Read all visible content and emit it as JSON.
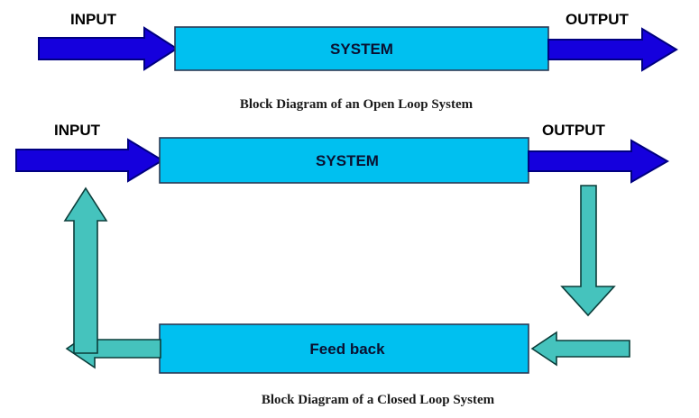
{
  "figure": {
    "title_text": "",
    "background": "#ffffff"
  },
  "colors": {
    "box_fill": "#00c0f0",
    "box_stroke": "#2b3a55",
    "blue_arrow_fill": "#1500dd",
    "blue_arrow_stroke": "#000080",
    "teal_arrow_fill": "#45c3bd",
    "teal_arrow_stroke": "#0b3d3a",
    "label_color": "#000000",
    "box_label_color": "#0a1030",
    "caption_color": "#1a1a1a"
  },
  "open_loop": {
    "caption": "Block Diagram of an Open Loop System",
    "input_label": "INPUT",
    "output_label": "OUTPUT",
    "system_block_label": "SYSTEM"
  },
  "closed_loop": {
    "caption": "Block Diagram of a Closed Loop System",
    "input_label": "INPUT",
    "output_label": "OUTPUT",
    "system_block_label": "SYSTEM",
    "feedback_block_label": "Feed back"
  },
  "icons": {
    "input_arrow": "arrow-right-icon",
    "output_arrow": "arrow-right-icon",
    "feedback_down_arrow": "arrow-down-icon",
    "feedback_left_arrow": "arrow-left-icon",
    "feedback_up_arrow": "arrow-up-icon",
    "feedback_return_arrow": "arrow-left-icon"
  }
}
